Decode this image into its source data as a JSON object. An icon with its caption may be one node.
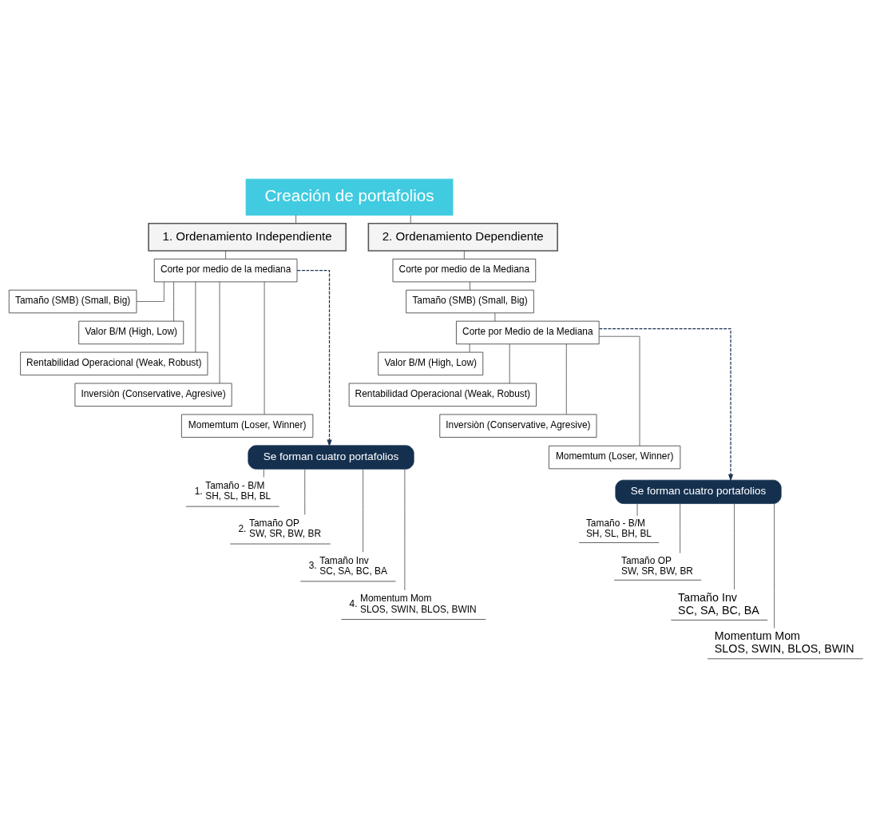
{
  "diagram": {
    "nodes": [
      {
        "text": [
          "Creación de portafolios"
        ]
      },
      {
        "text": [
          "1. Ordenamiento Independiente"
        ]
      },
      {
        "text": [
          "2. Ordenamiento Dependiente"
        ]
      },
      {
        "text": [
          "Corte por medio de la mediana"
        ]
      },
      {
        "text": [
          "Tamaño (SMB) (Small, Big)"
        ]
      },
      {
        "text": [
          "Valor B/M (High, Low)"
        ]
      },
      {
        "text": [
          "Rentabilidad Operacional (Weak, Robust)"
        ]
      },
      {
        "text": [
          "Inversiòn (Conservative, Agresive)"
        ]
      },
      {
        "text": [
          "Momemtum (Loser, Winner)"
        ]
      },
      {
        "text": [
          "Se forman cuatro portafolios"
        ]
      },
      {
        "text": [
          "1.",
          "Tamaño - B/M",
          "SH, SL, BH, BL"
        ]
      },
      {
        "text": [
          "2.",
          "Tamaño OP",
          "SW, SR, BW, BR"
        ]
      },
      {
        "text": [
          "3.",
          "Tamaño Inv",
          "SC, SA, BC, BA"
        ]
      },
      {
        "text": [
          "4.",
          "Momentum Mom",
          "SLOS, SWIN, BLOS, BWIN"
        ]
      },
      {
        "text": [
          "Corte por medio de la Mediana"
        ]
      },
      {
        "text": [
          "Tamaño (SMB) (Small, Big)"
        ]
      },
      {
        "text": [
          "Corte por Medio de la Mediana"
        ]
      },
      {
        "text": [
          "Valor B/M (High, Low)"
        ]
      },
      {
        "text": [
          "Rentabilidad Operacional (Weak, Robust)"
        ]
      },
      {
        "text": [
          "Inversiòn (Conservative, Agresive)"
        ]
      },
      {
        "text": [
          "Momemtum (Loser, Winner)"
        ]
      },
      {
        "text": [
          "Se forman cuatro portafolios"
        ]
      },
      {
        "text": [
          "Tamaño - B/M",
          "SH, SL, BH, BL"
        ]
      },
      {
        "text": [
          "Tamaño OP",
          "SW, SR, BW, BR"
        ]
      },
      {
        "text": [
          "Tamaño Inv",
          "SC, SA, BC, BA"
        ]
      },
      {
        "text": [
          "Momentum Mom",
          "SLOS, SWIN, BLOS, BWIN"
        ]
      }
    ],
    "edges": [
      {
        "from": 0,
        "to": 1,
        "arrow": "none"
      },
      {
        "from": 0,
        "to": 2,
        "arrow": "none"
      },
      {
        "from": 1,
        "to": 3,
        "arrow": "none"
      },
      {
        "from": 3,
        "to": 4,
        "arrow": "none"
      },
      {
        "from": 3,
        "to": 5,
        "arrow": "none"
      },
      {
        "from": 3,
        "to": 6,
        "arrow": "none"
      },
      {
        "from": 3,
        "to": 7,
        "arrow": "none"
      },
      {
        "from": 3,
        "to": 8,
        "arrow": "none"
      },
      {
        "from": 3,
        "to": 9,
        "arrow": "to",
        "style": "dashed",
        "color": "#1f3553"
      },
      {
        "from": 9,
        "to": 10,
        "arrow": "none"
      },
      {
        "from": 9,
        "to": 11,
        "arrow": "none"
      },
      {
        "from": 9,
        "to": 12,
        "arrow": "none"
      },
      {
        "from": 9,
        "to": 13,
        "arrow": "none"
      },
      {
        "from": 2,
        "to": 14,
        "arrow": "none"
      },
      {
        "from": 14,
        "to": 15,
        "arrow": "none"
      },
      {
        "from": 15,
        "to": 16,
        "arrow": "none"
      },
      {
        "from": 16,
        "to": 17,
        "arrow": "none"
      },
      {
        "from": 16,
        "to": 18,
        "arrow": "none"
      },
      {
        "from": 16,
        "to": 19,
        "arrow": "none"
      },
      {
        "from": 16,
        "to": 20,
        "arrow": "none"
      },
      {
        "from": 16,
        "to": 21,
        "arrow": "to",
        "style": "dashed",
        "color": "#1f3553"
      },
      {
        "from": 21,
        "to": 22,
        "arrow": "none"
      },
      {
        "from": 21,
        "to": 23,
        "arrow": "none"
      },
      {
        "from": 21,
        "to": 24,
        "arrow": "none"
      },
      {
        "from": 21,
        "to": 25,
        "arrow": "none"
      }
    ]
  }
}
